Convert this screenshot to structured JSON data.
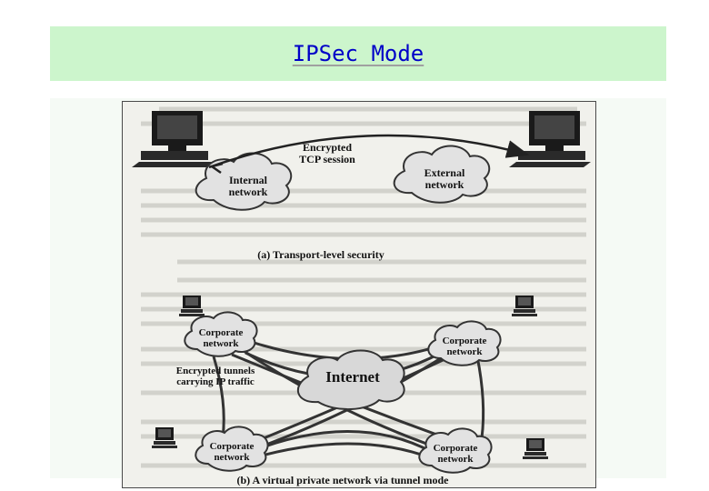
{
  "slide": {
    "title": "IPSec Mode"
  },
  "diagram_a": {
    "session_label_line1": "Encrypted",
    "session_label_line2": "TCP session",
    "left_cloud_line1": "Internal",
    "left_cloud_line2": "network",
    "right_cloud_line1": "External",
    "right_cloud_line2": "network",
    "caption": "(a) Transport-level security"
  },
  "diagram_b": {
    "center_cloud": "Internet",
    "top_left_line1": "Corporate",
    "top_left_line2": "network",
    "top_right_line1": "Corporate",
    "top_right_line2": "network",
    "bottom_left_line1": "Corporate",
    "bottom_left_line2": "network",
    "bottom_right_line1": "Corporate",
    "bottom_right_line2": "network",
    "tunnel_label_line1": "Encrypted tunnels",
    "tunnel_label_line2": "carrying IP traffic",
    "caption": "(b) A virtual private network via tunnel mode"
  }
}
